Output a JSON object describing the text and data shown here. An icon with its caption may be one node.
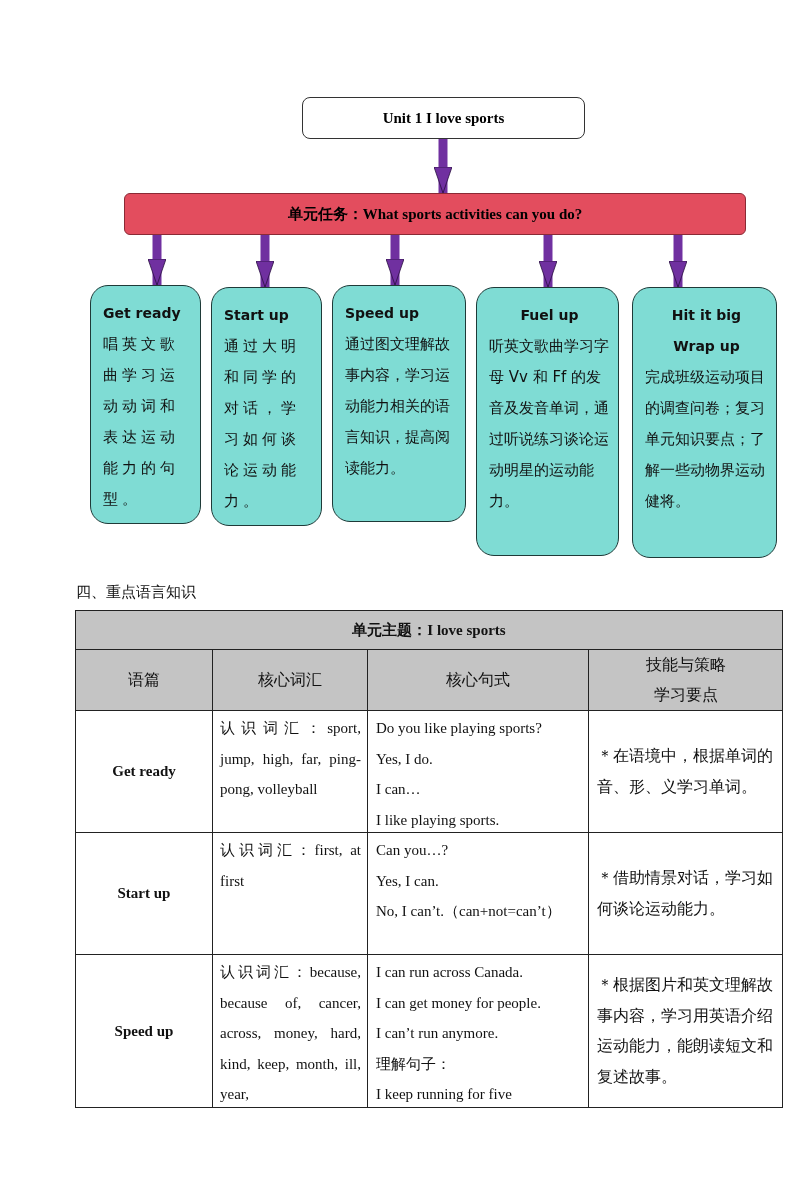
{
  "diagram": {
    "nodes": [
      {
        "text": [
          "Unit 1 I love sports"
        ]
      },
      {
        "text": [
          "单元任务：What sports activities can you do?"
        ]
      },
      {
        "text": [
          "Get ready",
          "唱英文歌曲学习运动动词和表达运动能力的句型。"
        ]
      },
      {
        "text": [
          "Start up",
          "通过大明和同学的对话，学习如何谈论运动能力。"
        ]
      },
      {
        "text": [
          "Speed up",
          "通过图文理解故事内容，学习运动能力相关的语言知识，提高阅读能力。"
        ]
      },
      {
        "text": [
          "Fuel up",
          "听英文歌曲学习字母 Vv 和 Ff 的发音及发音单词，通过听说练习谈论运动明星的运动能力。"
        ]
      },
      {
        "text": [
          "Hit it big",
          "Wrap up",
          "完成班级运动项目的调查问卷；复习单元知识要点；了解一些动物界运动健将。"
        ]
      }
    ],
    "edges": [
      {
        "from": 0,
        "to": 1,
        "arrow": "to"
      },
      {
        "from": 1,
        "to": 2,
        "arrow": "to"
      },
      {
        "from": 1,
        "to": 3,
        "arrow": "to"
      },
      {
        "from": 1,
        "to": 4,
        "arrow": "to"
      },
      {
        "from": 1,
        "to": 5,
        "arrow": "to"
      },
      {
        "from": 1,
        "to": 6,
        "arrow": "to"
      }
    ],
    "labels": [
      "四、重点语言知识",
      "单元主题：I love sports",
      "语篇",
      "核心词汇",
      "核心句式",
      "技能与策略",
      "学习要点",
      "Get ready",
      "认识词汇：sport, jump, high, far, ping-pong, volleyball",
      "Do you like playing sports?",
      "Yes, I do.",
      "I can…",
      "I like playing sports.",
      "＊在语境中，根据单词的音、形、义学习单词。",
      "Start up",
      "认识词汇：first, at first",
      "Can you…?",
      "Yes, I can.",
      "No, I can’t.（can+not=can’t）",
      "＊借助情景对话，学习如何谈论运动能力。",
      "Speed up",
      "认识词汇：because, because of, cancer, across, money, hard, kind, keep, month, ill, year,",
      "I can run across Canada.",
      "I can get money for people.",
      "I can’t run anymore.",
      "理解句子：",
      "I keep running for five",
      "＊根据图片和英文理解故事内容，学习用英语介绍运动能力，能朗读短文和复述故事。"
    ]
  }
}
